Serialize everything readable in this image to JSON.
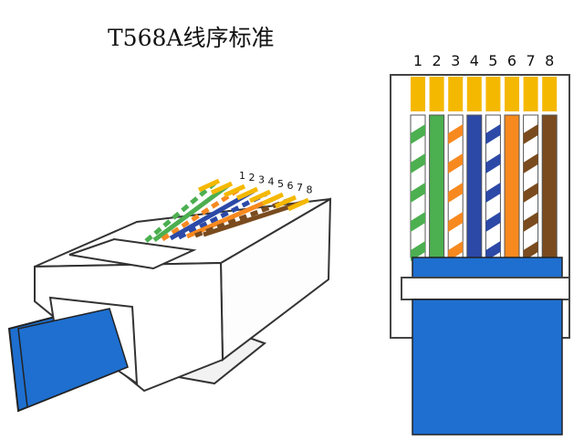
{
  "title": "T568A线序标准",
  "pins": [
    "1",
    "2",
    "3",
    "4",
    "5",
    "6",
    "7",
    "8"
  ],
  "wires": [
    {
      "pin": "1",
      "base": "#ffffff",
      "stripe": "#4caf50"
    },
    {
      "pin": "2",
      "base": "#4caf50",
      "stripe": ""
    },
    {
      "pin": "3",
      "base": "#ffffff",
      "stripe": "#f7891f"
    },
    {
      "pin": "4",
      "base": "#2c49a7",
      "stripe": ""
    },
    {
      "pin": "5",
      "base": "#ffffff",
      "stripe": "#2c49a7"
    },
    {
      "pin": "6",
      "base": "#f7891f",
      "stripe": ""
    },
    {
      "pin": "7",
      "base": "#ffffff",
      "stripe": "#7a4b1e"
    },
    {
      "pin": "8",
      "base": "#7a4b1e",
      "stripe": ""
    }
  ],
  "colors": {
    "gold": "#f5b800",
    "cable": "#1e6fd0",
    "outline": "#333333"
  }
}
